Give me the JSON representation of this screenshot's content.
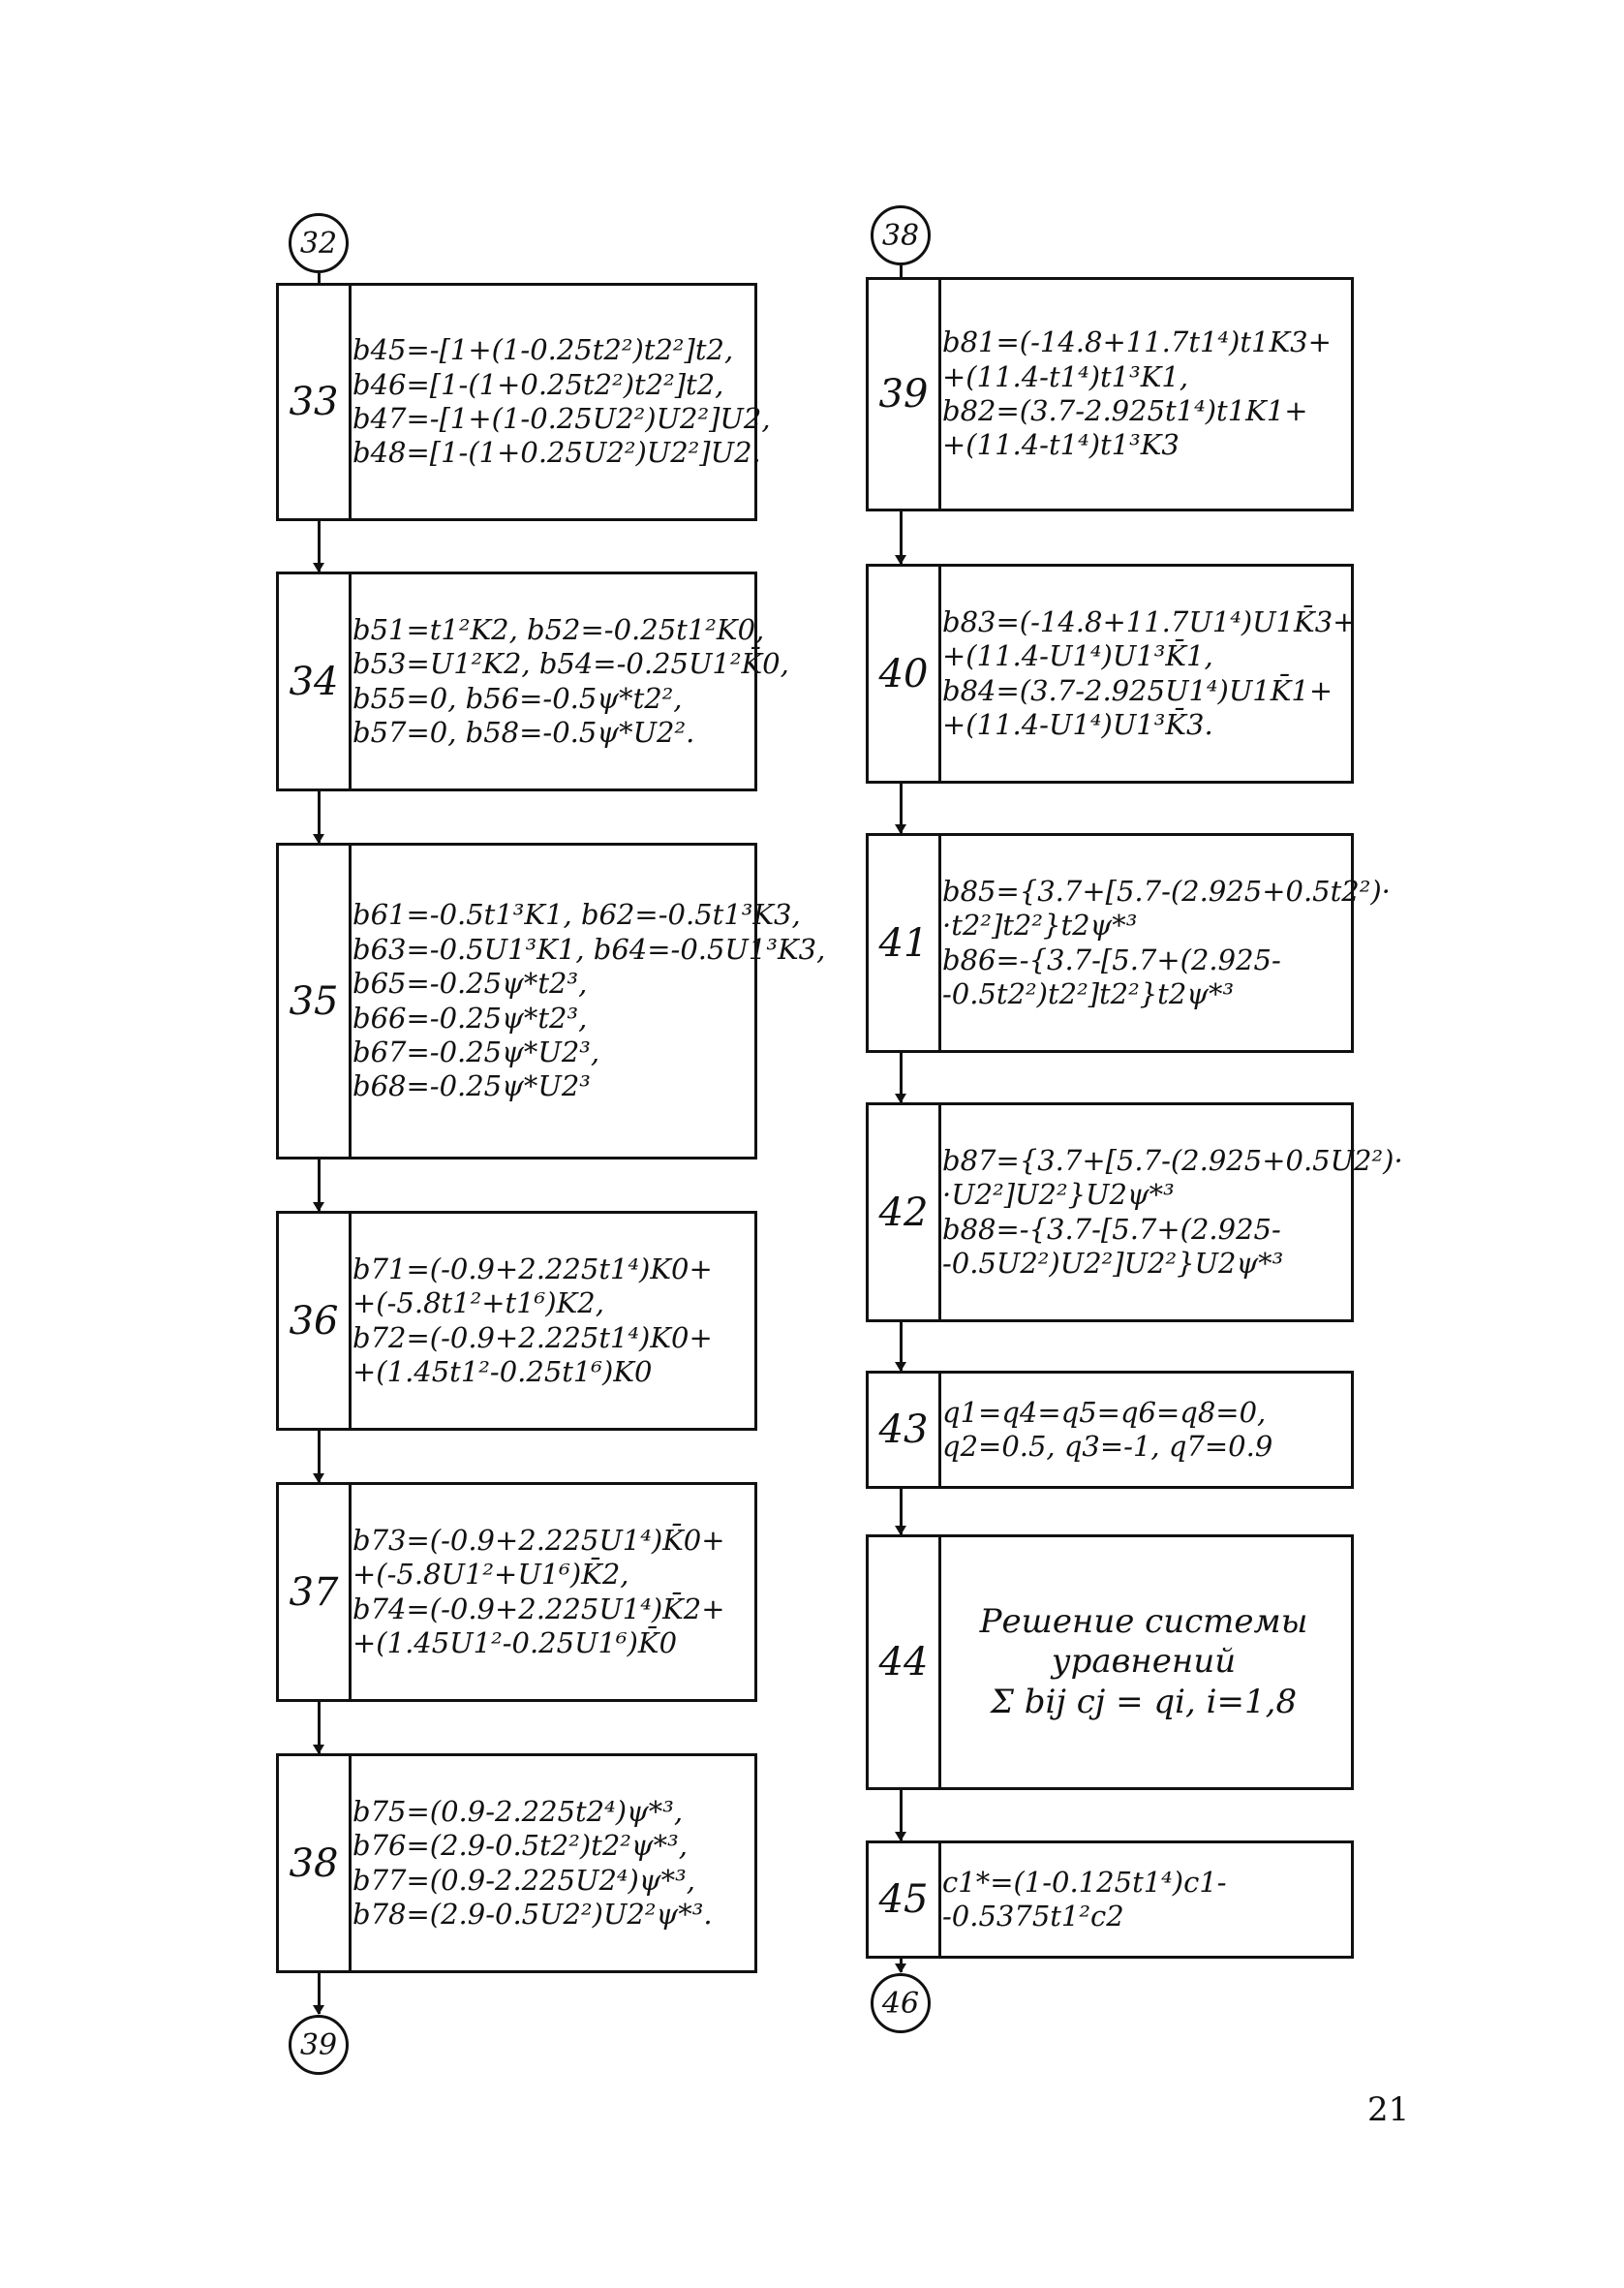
{
  "left_column": {
    "start_connector": "32",
    "end_connector": "39",
    "blocks": [
      {
        "id": "33",
        "lines": [
          "b45=-[1+(1-0.25t2²)t2²]t2,",
          "b46=[1-(1+0.25t2²)t2²]t2,",
          "b47=-[1+(1-0.25U2²)U2²]U2,",
          "b48=[1-(1+0.25U2²)U2²]U2."
        ]
      },
      {
        "id": "34",
        "lines": [
          "b51=t1²K2, b52=-0.25t1²K0,",
          "b53=U1²K2, b54=-0.25U1²K̄0,",
          "b55=0, b56=-0.5ψ*t2²,",
          "b57=0, b58=-0.5ψ*U2²."
        ]
      },
      {
        "id": "35",
        "lines": [
          "b61=-0.5t1³K1, b62=-0.5t1³K3,",
          "b63=-0.5U1³K1, b64=-0.5U1³K3,",
          "b65=-0.25ψ*t2³,",
          "b66=-0.25ψ*t2³,",
          "b67=-0.25ψ*U2³,",
          "b68=-0.25ψ*U2³"
        ]
      },
      {
        "id": "36",
        "lines": [
          "b71=(-0.9+2.225t1⁴)K0+",
          "+(-5.8t1²+t1⁶)K2,",
          "b72=(-0.9+2.225t1⁴)K0+",
          "+(1.45t1²-0.25t1⁶)K0"
        ]
      },
      {
        "id": "37",
        "lines": [
          "b73=(-0.9+2.225U1⁴)K̄0+",
          "+(-5.8U1²+U1⁶)K̄2,",
          "b74=(-0.9+2.225U1⁴)K̄2+",
          "+(1.45U1²-0.25U1⁶)K̄0"
        ]
      },
      {
        "id": "38",
        "lines": [
          "b75=(0.9-2.225t2⁴)ψ*³,",
          "b76=(2.9-0.5t2²)t2²ψ*³,",
          "b77=(0.9-2.225U2⁴)ψ*³,",
          "b78=(2.9-0.5U2²)U2²ψ*³."
        ]
      }
    ]
  },
  "right_column": {
    "start_connector": "38",
    "end_connector": "46",
    "blocks": [
      {
        "id": "39",
        "lines": [
          "b81=(-14.8+11.7t1⁴)t1K3+",
          "+(11.4-t1⁴)t1³K1,",
          "b82=(3.7-2.925t1⁴)t1K1+",
          "+(11.4-t1⁴)t1³K3"
        ]
      },
      {
        "id": "40",
        "lines": [
          "b83=(-14.8+11.7U1⁴)U1K̄3+",
          "+(11.4-U1⁴)U1³K̄1,",
          "b84=(3.7-2.925U1⁴)U1K̄1+",
          "+(11.4-U1⁴)U1³K̄3."
        ]
      },
      {
        "id": "41",
        "lines": [
          "b85={3.7+[5.7-(2.925+0.5t2²)·",
          "·t2²]t2²}t2ψ*³",
          "b86=-{3.7-[5.7+(2.925-",
          "-0.5t2²)t2²]t2²}t2ψ*³"
        ]
      },
      {
        "id": "42",
        "lines": [
          "b87={3.7+[5.7-(2.925+0.5U2²)·",
          "·U2²]U2²}U2ψ*³",
          "b88=-{3.7-[5.7+(2.925-",
          "-0.5U2²)U2²]U2²}U2ψ*³"
        ]
      },
      {
        "id": "43",
        "lines": [
          "q1=q4=q5=q6=q8=0,",
          "q2=0.5, q3=-1, q7=0.9"
        ]
      },
      {
        "id": "44",
        "lines": [
          "Решение системы",
          "уравнений",
          "Σ bij cj = qi, i=1,8"
        ]
      },
      {
        "id": "45",
        "lines": [
          "c1*=(1-0.125t1⁴)c1-",
          "-0.5375t1²c2"
        ]
      }
    ]
  },
  "page_number": "21"
}
